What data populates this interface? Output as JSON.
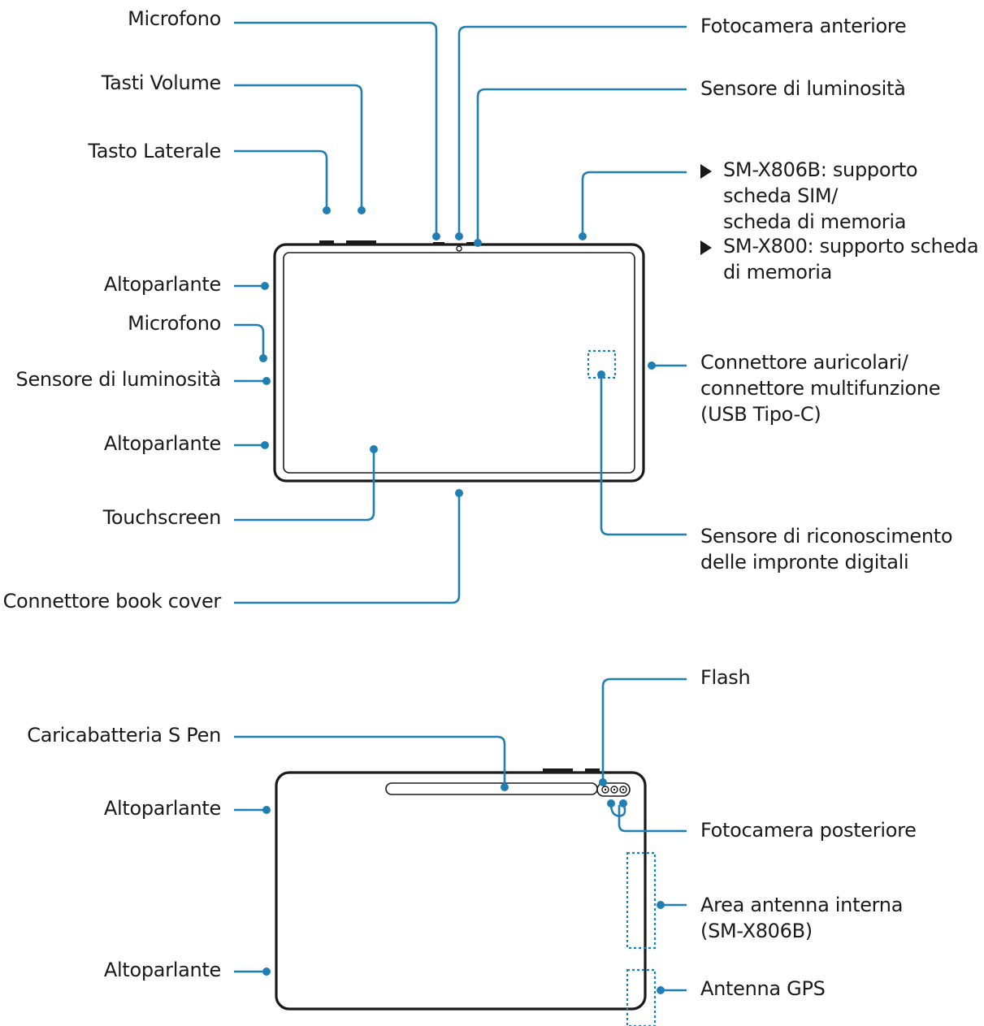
{
  "front_labels": {
    "microfono_top": "Microfono",
    "tasti_volume": "Tasti Volume",
    "tasto_laterale": "Tasto Laterale",
    "altoparlante_1": "Altoparlante",
    "microfono_side": "Microfono",
    "sensore_luminosita_side": "Sensore di luminosità",
    "altoparlante_2": "Altoparlante",
    "touchscreen": "Touchscreen",
    "connettore_book_cover": "Connettore book cover",
    "fotocamera_anteriore": "Fotocamera anteriore",
    "sensore_luminosita_top": "Sensore di luminosità",
    "sim_line1": "SM-X806B: supporto",
    "sim_line2": "scheda SIM/",
    "sim_line3": "scheda di memoria",
    "mem_line1": "SM-X800: supporto scheda",
    "mem_line2": "di memoria",
    "connettore_line1": "Connettore auricolari/",
    "connettore_line2": "connettore multifunzione",
    "connettore_line3": "(USB Tipo-C)",
    "impronte_line1": "Sensore di riconoscimento",
    "impronte_line2": "delle impronte digitali"
  },
  "back_labels": {
    "caricabatteria": "Caricabatteria S Pen",
    "altoparlante_1": "Altoparlante",
    "altoparlante_2": "Altoparlante",
    "flash": "Flash",
    "fotocamera_posteriore": "Fotocamera posteriore",
    "antenna_line1": "Area antenna interna",
    "antenna_line2": "(SM-X806B)",
    "gps": "Antenna GPS"
  },
  "colors": {
    "leader": "#1f7fb4",
    "device": "#1a1a1a"
  }
}
